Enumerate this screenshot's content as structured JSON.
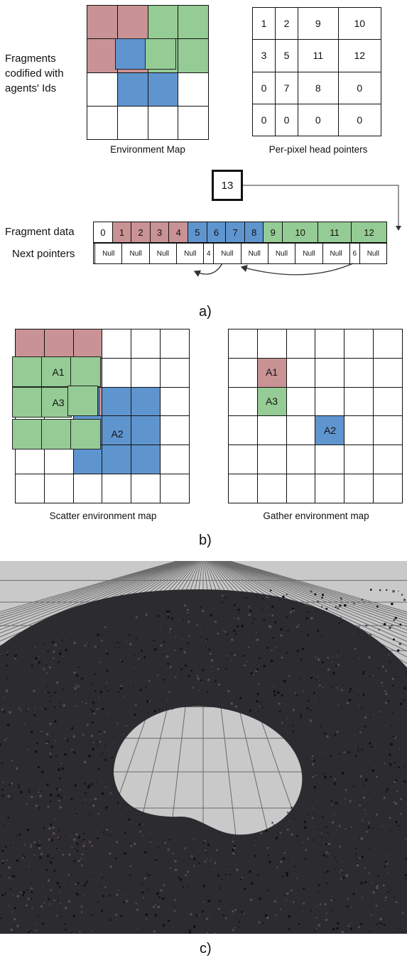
{
  "panel_a": {
    "side_label": [
      "Fragments",
      "codified with",
      "agents' Ids"
    ],
    "env_caption": "Environment Map",
    "heads_caption": "Per-pixel head pointers",
    "head_pointers": [
      [
        "1",
        "2",
        "9",
        "10"
      ],
      [
        "3",
        "5",
        "11",
        "12"
      ],
      [
        "0",
        "7",
        "8",
        "0"
      ],
      [
        "0",
        "0",
        "0",
        "0"
      ]
    ],
    "counter": "13",
    "row1_label": "Fragment data",
    "row2_label": "Next pointers",
    "fragments": [
      "0",
      "1",
      "2",
      "3",
      "4",
      "5",
      "6",
      "7",
      "8",
      "9",
      "10",
      "11",
      "12"
    ],
    "next_pointers": [
      "",
      "Null",
      "Null",
      "Null",
      "Null",
      "4",
      "Null",
      "Null",
      "Null",
      "Null",
      "Null",
      "6",
      "Null"
    ],
    "subfig": "a)"
  },
  "panel_b": {
    "scatter_caption": "Scatter environment map",
    "gather_caption": "Gather environment map",
    "agents": {
      "a1": "A1",
      "a2": "A2",
      "a3": "A3"
    },
    "subfig": "b)"
  },
  "panel_c": {
    "subfig": "c)"
  },
  "colors": {
    "red": "#c99294",
    "green": "#95cc95",
    "blue": "#5f95cf"
  }
}
